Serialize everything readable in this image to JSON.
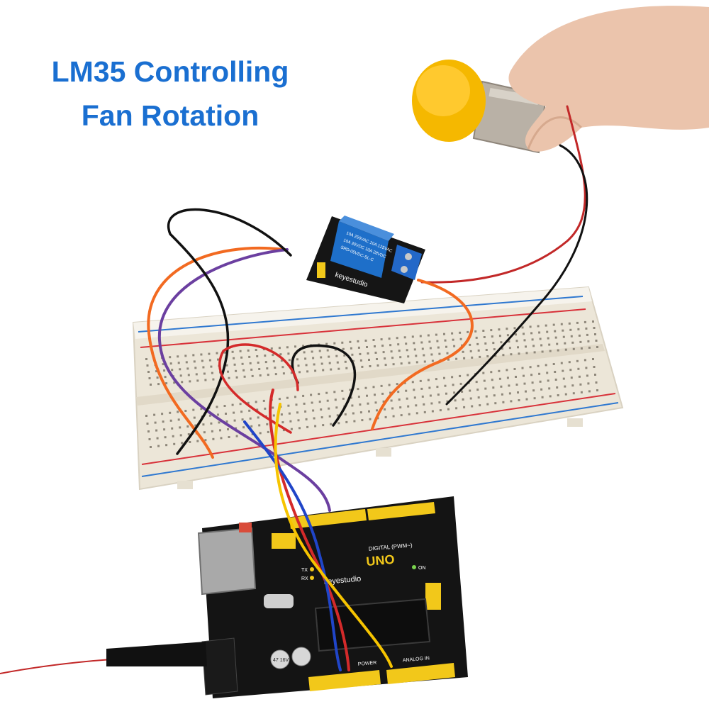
{
  "title": {
    "line1": "LM35 Controlling",
    "line2": "Fan Rotation"
  },
  "relay": {
    "brand": "keyestudio",
    "rating_1": "10A 250VAC 10A 125VAC",
    "rating_2": "10A 30VDC 10A 28VDC",
    "model": "SRD-05VDC-SL-C"
  },
  "board": {
    "model": "UNO",
    "brand": "keyestudio",
    "digital_label": "DIGITAL (PWM~)",
    "power_label": "POWER",
    "analog_label": "ANALOG IN",
    "tx_label": "TX",
    "rx_label": "RX",
    "on_label": "ON",
    "cap_label": "47 16V"
  },
  "colors": {
    "title": "#1a6fd1",
    "relay_body": "#1e6fc9",
    "pcb": "#141414",
    "header": "#f2c81a",
    "fan_cap": "#f5b800",
    "breadboard": "#f3efe6",
    "rail_red": "#d8323a",
    "rail_blue": "#2f78d0"
  }
}
